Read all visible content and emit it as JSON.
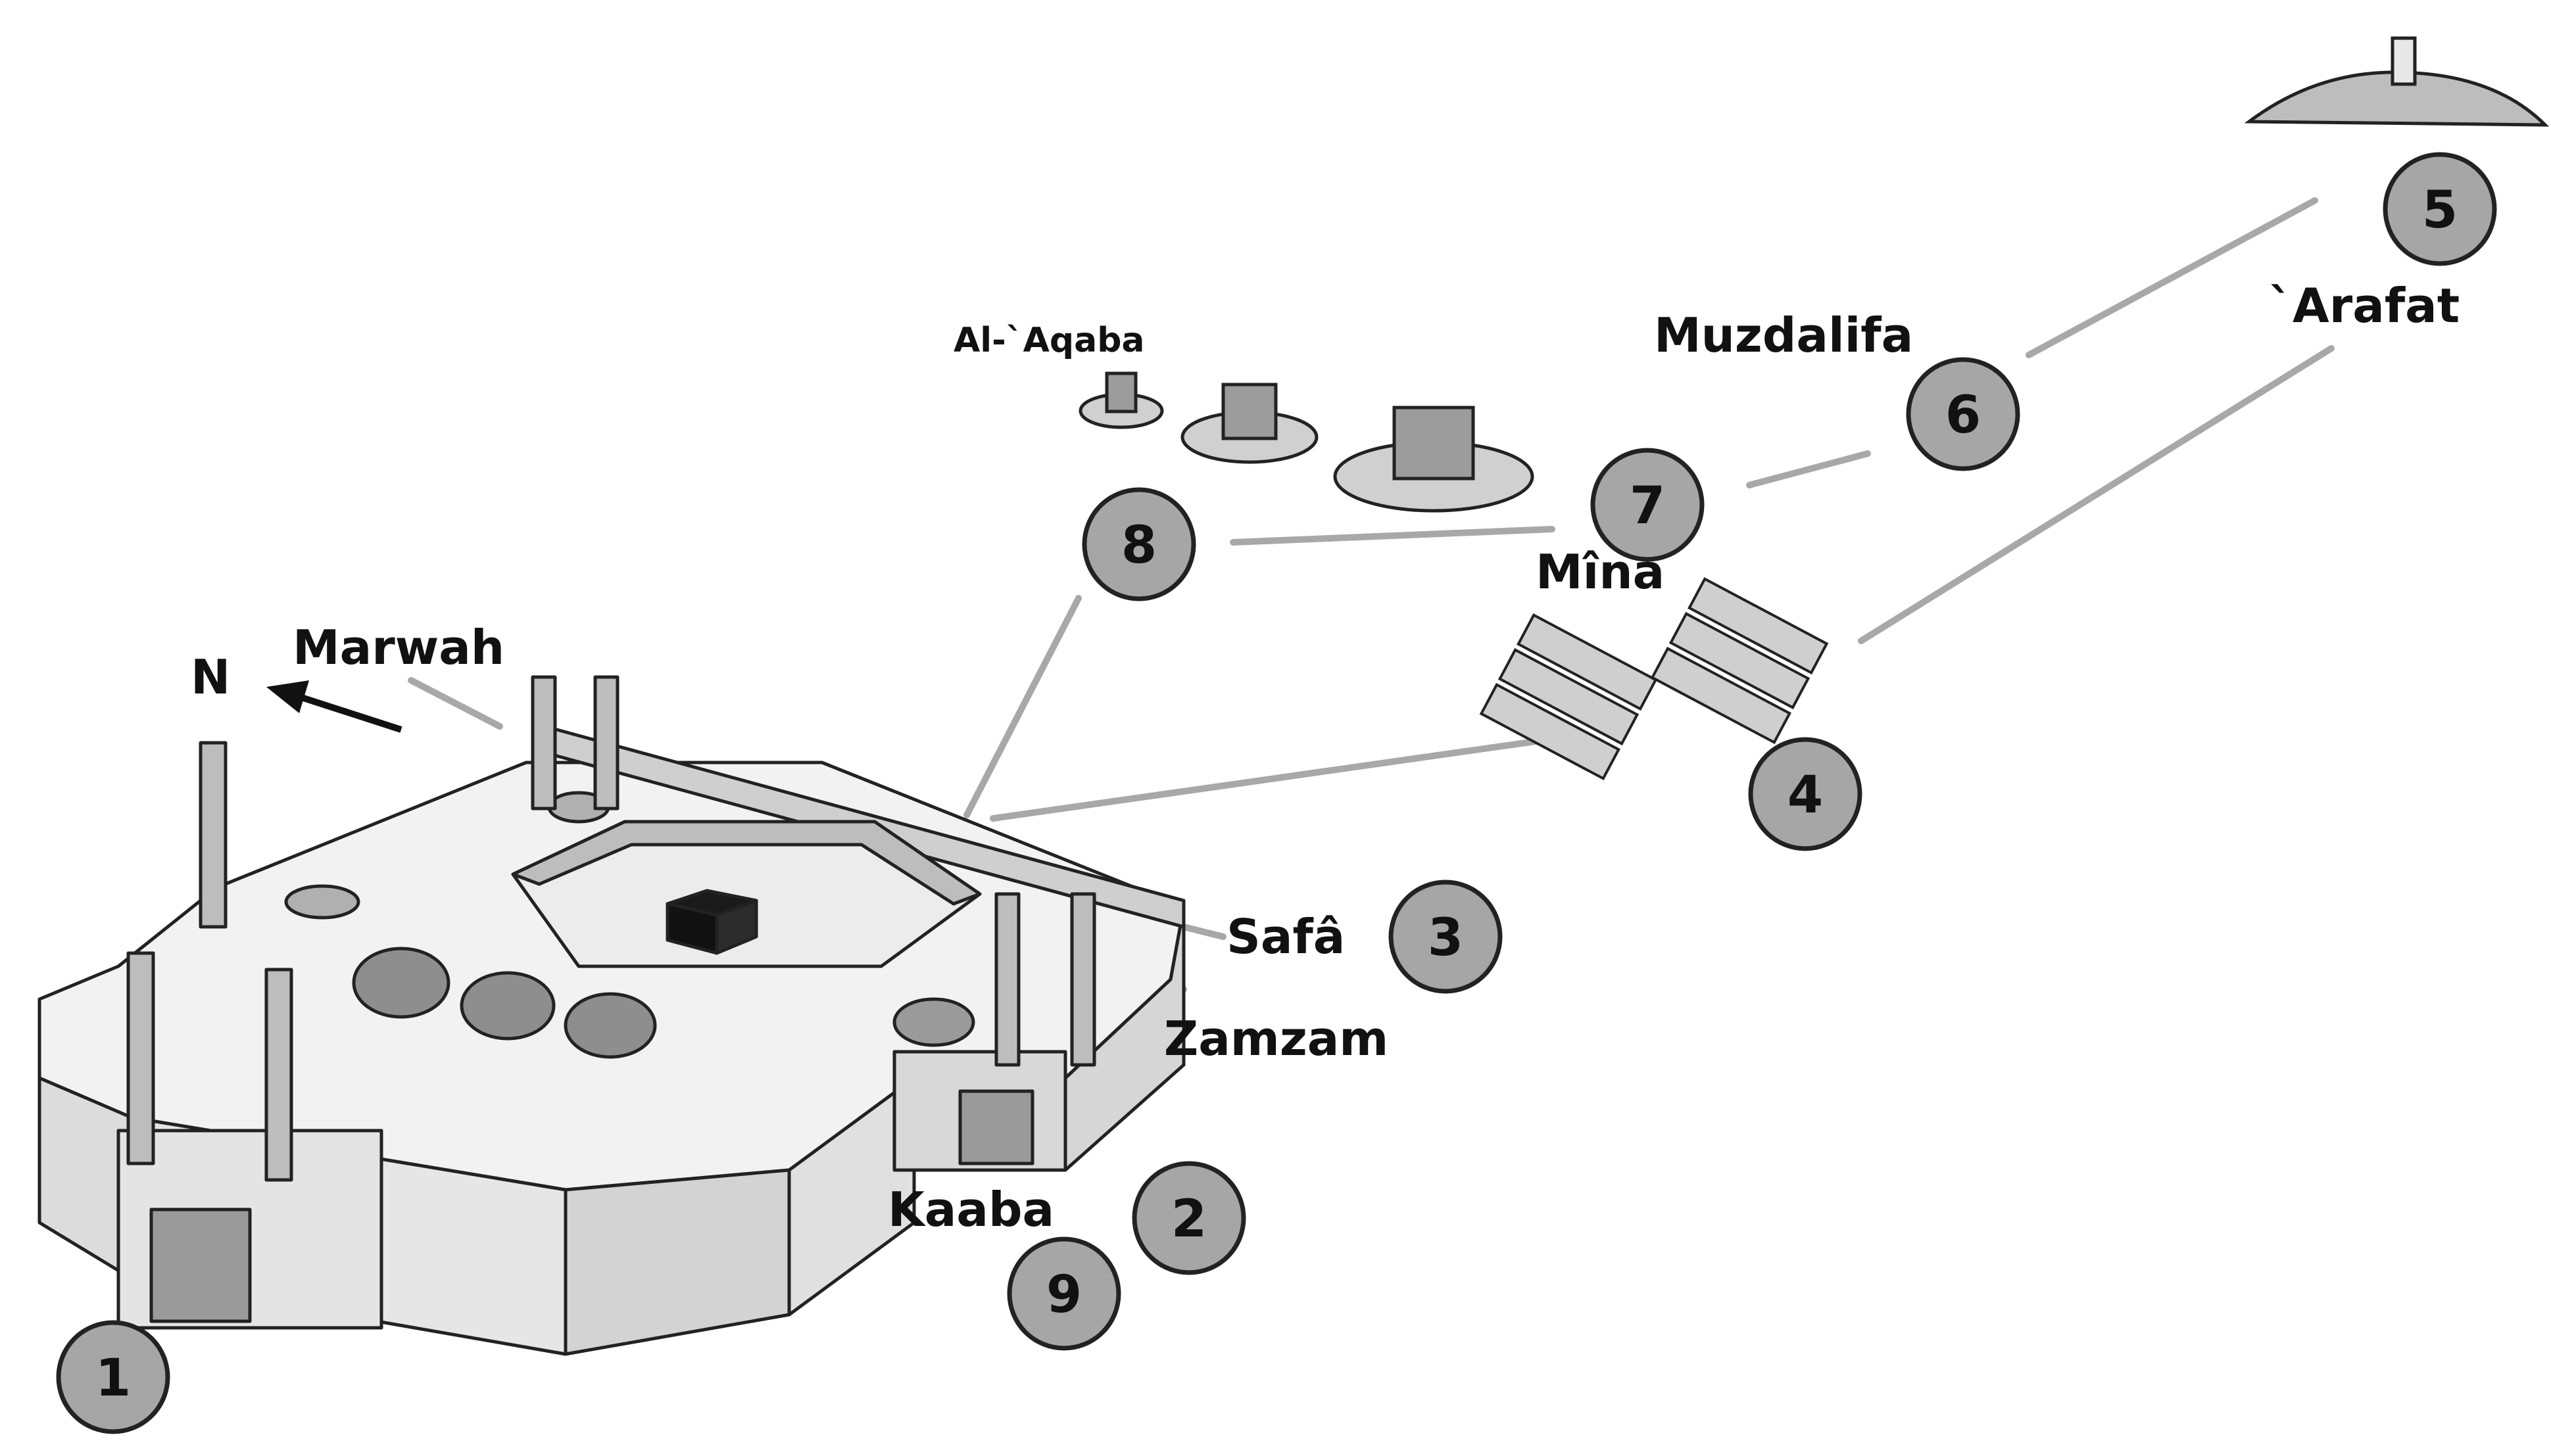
{
  "north_label": "N",
  "places": {
    "marwah": "Marwah",
    "safa": "Safâ",
    "zamzam": "Zamzam",
    "kaaba": "Kaaba",
    "mina": "Mîna",
    "muzdalifa": "Muzdalifa",
    "arafat": "`Arafat",
    "aqaba": "Al-`Aqaba"
  },
  "steps": [
    "1",
    "2",
    "3",
    "4",
    "5",
    "6",
    "7",
    "8",
    "9"
  ],
  "colors": {
    "step_fill": "#a6a6a6",
    "route_line": "#a8a8a8",
    "mosque_fill": "#f2f2f2",
    "outline": "#222222"
  }
}
